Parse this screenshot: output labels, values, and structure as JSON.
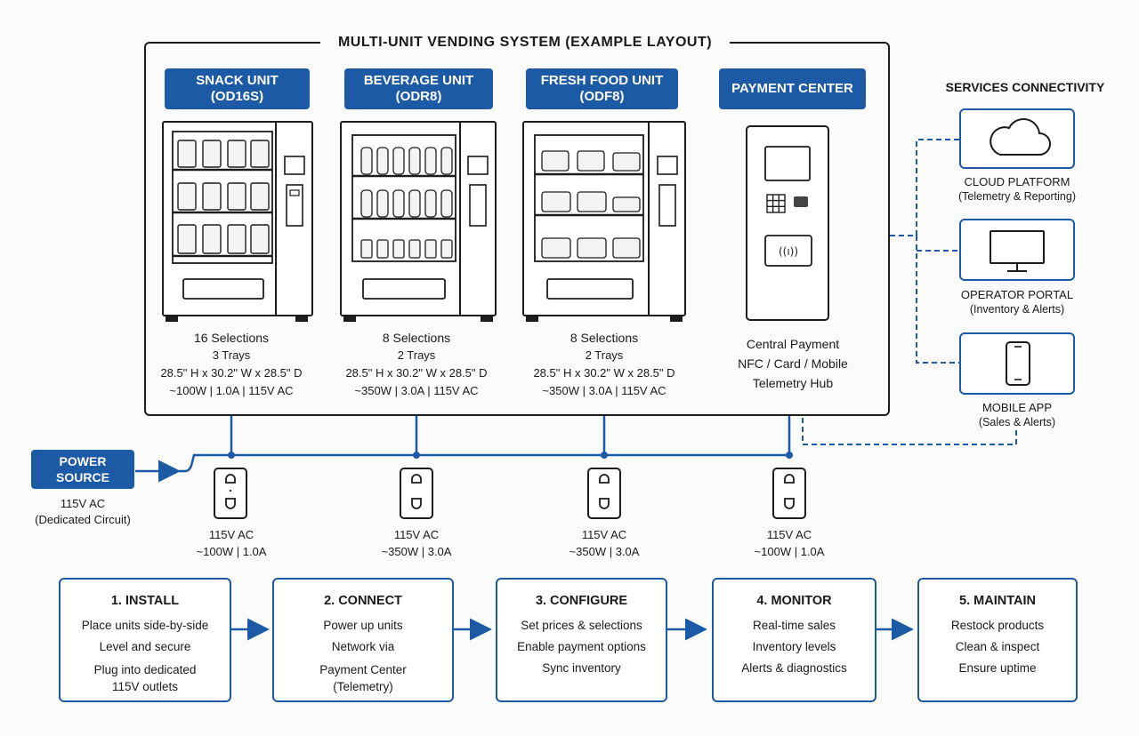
{
  "title": "MULTI-UNIT VENDING SYSTEM (EXAMPLE LAYOUT)",
  "units": [
    {
      "name": "SNACK UNIT",
      "model": "(OD16S)",
      "specs": [
        "16 Selections",
        "3 Trays",
        "28.5\" H x 30.2\" W x 28.5\" D",
        "~100W | 1.0A | 115V AC"
      ]
    },
    {
      "name": "BEVERAGE UNIT",
      "model": "(ODR8)",
      "specs": [
        "8 Selections",
        "2 Trays",
        "28.5\" H x 30.2\" W x 28.5\" D",
        "~350W | 3.0A | 115V AC"
      ]
    },
    {
      "name": "FRESH FOOD UNIT",
      "model": "(ODF8)",
      "specs": [
        "8 Selections",
        "2 Trays",
        "28.5\" H x 30.2\" W x 28.5\" D",
        "~350W | 3.0A | 115V AC"
      ]
    }
  ],
  "payment": {
    "name": "PAYMENT CENTER",
    "specs": [
      "Central Payment",
      "NFC / Card / Mobile",
      "Telemetry Hub"
    ]
  },
  "services": {
    "heading": "SERVICES CONNECTIVITY",
    "items": [
      {
        "name": "CLOUD PLATFORM",
        "detail": "(Telemetry & Reporting)",
        "icon": "cloud-icon"
      },
      {
        "name": "OPERATOR PORTAL",
        "detail": "(Inventory & Alerts)",
        "icon": "monitor-icon"
      },
      {
        "name": "MOBILE APP",
        "detail": "(Sales & Alerts)",
        "icon": "smartphone-icon"
      }
    ]
  },
  "power": {
    "line1": "POWER",
    "line2": "SOURCE",
    "voltage": "115V AC",
    "circuit": "(Dedicated Circuit)"
  },
  "outlets": [
    {
      "voltage": "115V AC",
      "load": "~100W | 1.0A"
    },
    {
      "voltage": "115V AC",
      "load": "~350W | 3.0A"
    },
    {
      "voltage": "115V AC",
      "load": "~350W | 3.0A"
    },
    {
      "voltage": "115V AC",
      "load": "~100W | 1.0A"
    }
  ],
  "steps": [
    {
      "title": "1. INSTALL",
      "lines": [
        "Place units side-by-side",
        "Level and secure",
        "Plug into dedicated",
        "115V outlets"
      ]
    },
    {
      "title": "2. CONNECT",
      "lines": [
        "Power up units",
        "Network via",
        "Payment Center",
        "(Telemetry)"
      ]
    },
    {
      "title": "3. CONFIGURE",
      "lines": [
        "Set prices & selections",
        "Enable payment options",
        "Sync inventory"
      ]
    },
    {
      "title": "4. MONITOR",
      "lines": [
        "Real-time sales",
        "Inventory levels",
        "Alerts & diagnostics"
      ]
    },
    {
      "title": "5. MAINTAIN",
      "lines": [
        "Restock products",
        "Clean & inspect",
        "Ensure uptime"
      ]
    }
  ],
  "colors": {
    "accent": "#1d5aa6",
    "ink": "#1c1c1c"
  }
}
